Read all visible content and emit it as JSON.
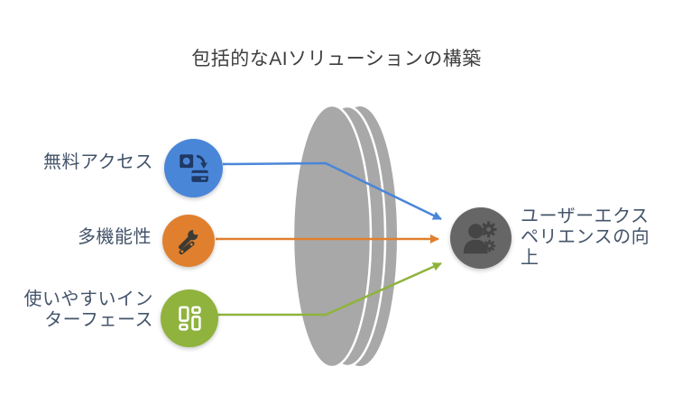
{
  "title": "包括的なAIソリューションの構築",
  "inputs": [
    {
      "name": "free-access",
      "lines": [
        "無料アクセス"
      ],
      "circle_color": "#4a86d8",
      "icon": "money-transfer-icon"
    },
    {
      "name": "multi-functionality",
      "lines": [
        "多機能性"
      ],
      "circle_color": "#e0802e",
      "icon": "tools-icon"
    },
    {
      "name": "easy-interface",
      "lines": [
        "使いやすいイン",
        "ターフェース"
      ],
      "circle_color": "#8fb33d",
      "icon": "layout-grid-icon"
    }
  ],
  "outcome": {
    "name": "user-experience",
    "lines": [
      "ユーザーエクス",
      "ペリエンスの向",
      "上"
    ],
    "circle_color": "#666666",
    "icon": "user-gears-icon"
  },
  "lens": {
    "color": "#a8a8a8"
  },
  "arrows": [
    {
      "from": "free-access",
      "to": "user-experience",
      "color": "#4a86d8"
    },
    {
      "from": "multi-functionality",
      "to": "user-experience",
      "color": "#e0802e"
    },
    {
      "from": "easy-interface",
      "to": "user-experience",
      "color": "#8fb33d"
    }
  ],
  "text_colors": {
    "title": "#3f3f3f",
    "labels": "#44546a"
  },
  "background": "#ffffff"
}
